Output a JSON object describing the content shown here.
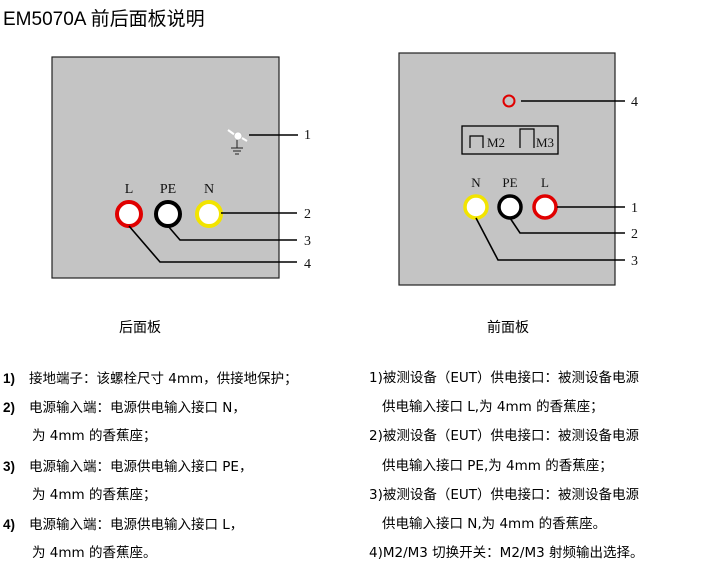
{
  "title": "EM5070A 前后面板说明",
  "rear_panel": {
    "caption": "后面板",
    "terminal_labels": [
      "L",
      "PE",
      "N"
    ],
    "callouts": [
      "1",
      "2",
      "3",
      "4"
    ]
  },
  "front_panel": {
    "caption": "前面板",
    "switch_labels": [
      "M2",
      "M3"
    ],
    "terminal_labels": [
      "N",
      "PE",
      "L"
    ],
    "callouts": [
      "4",
      "1",
      "2",
      "3"
    ]
  },
  "colors": {
    "panel": "#c4c4c4",
    "red": "#e00000",
    "yellow": "#f2e400",
    "black": "#000000"
  },
  "notes_left": [
    {
      "num": "1)",
      "text": "接地端子：该螺栓尺寸 4mm，供接地保护；"
    },
    {
      "num": "2)",
      "text": "电源输入端：电源供电输入接口 N，"
    },
    {
      "num": "",
      "text": "为 4mm 的香蕉座；"
    },
    {
      "num": "3)",
      "text": "电源输入端：电源供电输入接口 PE，"
    },
    {
      "num": "",
      "text": "为 4mm 的香蕉座；"
    },
    {
      "num": "4)",
      "text": "电源输入端：电源供电输入接口 L，"
    },
    {
      "num": "",
      "text": "为 4mm 的香蕉座。"
    }
  ],
  "notes_right": [
    {
      "text": "1)被测设备（EUT）供电接口：被测设备电源",
      "indent": false
    },
    {
      "text": "供电输入接口 L,为 4mm 的香蕉座；",
      "indent": true
    },
    {
      "text": "2)被测设备（EUT）供电接口：被测设备电源",
      "indent": false
    },
    {
      "text": "供电输入接口 PE,为 4mm 的香蕉座；",
      "indent": true
    },
    {
      "text": "3)被测设备（EUT）供电接口：被测设备电源",
      "indent": false
    },
    {
      "text": "供电输入接口 N,为 4mm 的香蕉座。",
      "indent": true
    },
    {
      "text": "4)M2/M3 切换开关：M2/M3 射频输出选择。",
      "indent": false
    }
  ]
}
